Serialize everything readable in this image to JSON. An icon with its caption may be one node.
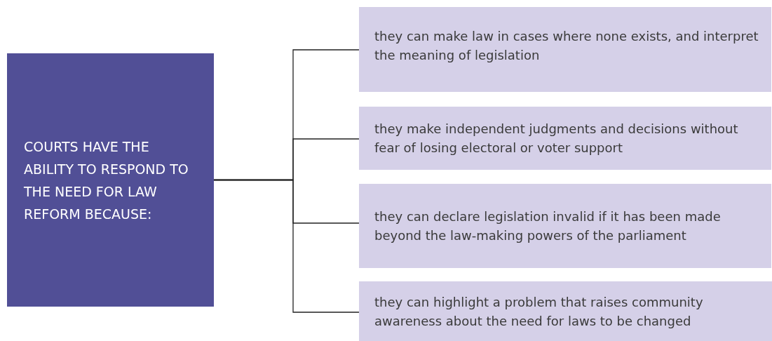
{
  "diagram": {
    "nodes": [
      {
        "text": [
          "COURTS HAVE THE ABILITY TO RESPOND TO THE NEED FOR LAW REFORM BECAUSE:"
        ]
      },
      {
        "text": [
          "they can make law in cases where none exists, and interpret the meaning of legislation"
        ]
      },
      {
        "text": [
          "they make independent judgments and decisions without fear of losing electoral or voter support"
        ]
      },
      {
        "text": [
          "they can declare legislation invalid if it has been made beyond the law-making powers of the parliament"
        ]
      },
      {
        "text": [
          "they can highlight a problem that raises community awareness about the need for laws to be changed"
        ]
      }
    ],
    "edges": [
      {
        "from": 0,
        "to": 1,
        "arrow": "none"
      },
      {
        "from": 0,
        "to": 2,
        "arrow": "none"
      },
      {
        "from": 0,
        "to": 3,
        "arrow": "none"
      },
      {
        "from": 0,
        "to": 4,
        "arrow": "none"
      }
    ]
  }
}
